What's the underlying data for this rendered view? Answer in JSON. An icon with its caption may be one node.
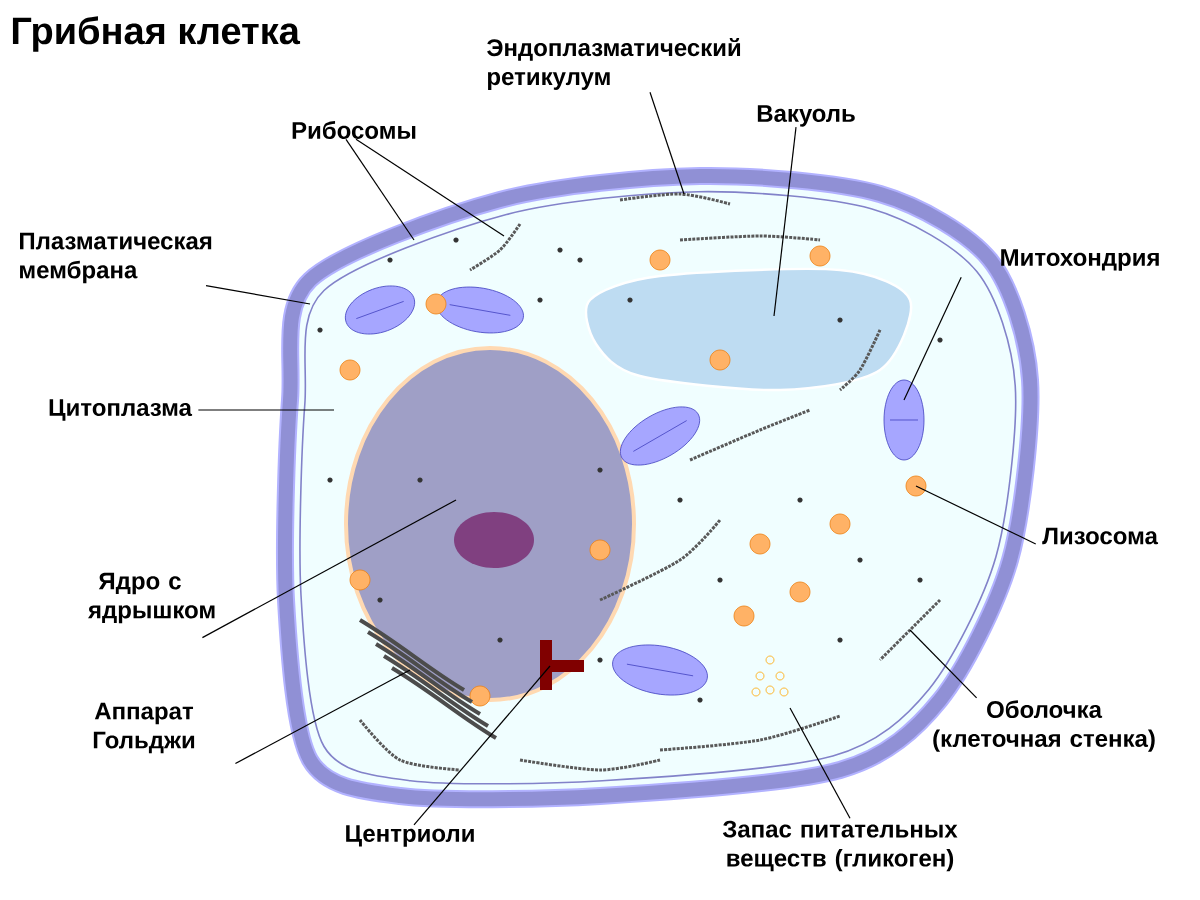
{
  "diagram": {
    "title": "Грибная клетка",
    "nodes": [
      {
        "text": [
          "Рибосомы"
        ]
      },
      {
        "text": [
          "Эндоплазматический ретикулум"
        ]
      },
      {
        "text": [
          "Вакуоль"
        ]
      },
      {
        "text": [
          "Плазматическая мембрана"
        ]
      },
      {
        "text": [
          "Митохондрия"
        ]
      },
      {
        "text": [
          "Цитоплазма"
        ]
      },
      {
        "text": [
          "Лизосома"
        ]
      },
      {
        "text": [
          "Ядро с ядрышком"
        ]
      },
      {
        "text": [
          "Аппарат Гольджи"
        ]
      },
      {
        "text": [
          "Оболочка (клеточная стенка)"
        ]
      },
      {
        "text": [
          "Центриоли"
        ]
      },
      {
        "text": [
          "Запас питательных веществ (гликоген)"
        ]
      }
    ],
    "edges": [
      {
        "from": 0,
        "to": null,
        "arrow": "none"
      },
      {
        "from": 0,
        "to": null,
        "arrow": "none"
      },
      {
        "from": 1,
        "to": null,
        "arrow": "none"
      },
      {
        "from": 2,
        "to": null,
        "arrow": "none"
      },
      {
        "from": 3,
        "to": null,
        "arrow": "none"
      },
      {
        "from": 4,
        "to": null,
        "arrow": "none"
      },
      {
        "from": 5,
        "to": null,
        "arrow": "none"
      },
      {
        "from": 6,
        "to": null,
        "arrow": "none"
      },
      {
        "from": 7,
        "to": null,
        "arrow": "none"
      },
      {
        "from": 8,
        "to": null,
        "arrow": "none"
      },
      {
        "from": 9,
        "to": null,
        "arrow": "none"
      },
      {
        "from": 10,
        "to": null,
        "arrow": "none"
      },
      {
        "from": 11,
        "to": null,
        "arrow": "none"
      }
    ]
  }
}
